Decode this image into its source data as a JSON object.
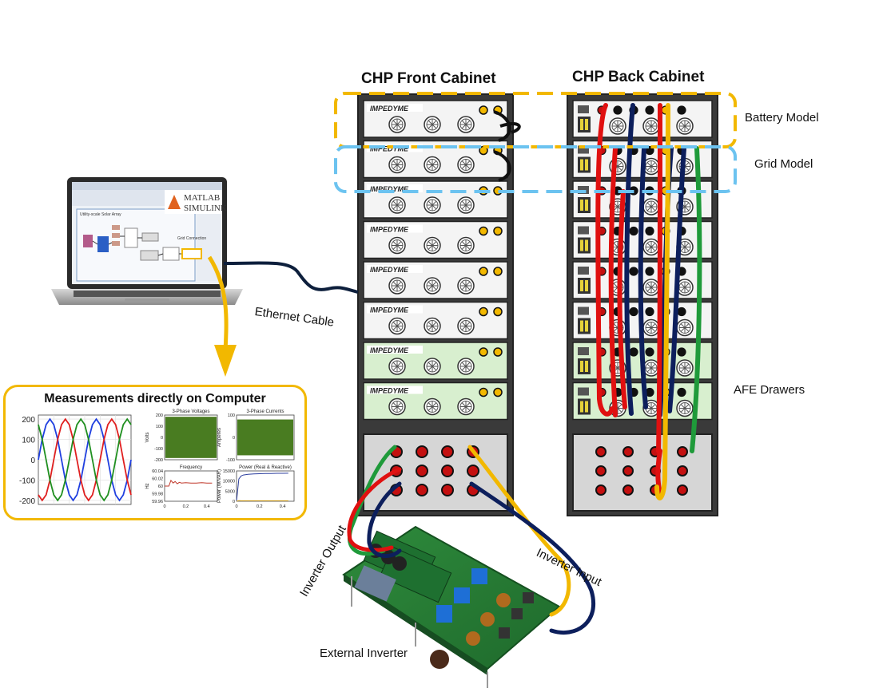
{
  "front_cabinet": {
    "title": "CHP Front Cabinet",
    "drawers": [
      {
        "brand": "IMPEDYME",
        "type": "white"
      },
      {
        "brand": "IMPEDYME",
        "type": "white"
      },
      {
        "brand": "IMPEDYME",
        "type": "white"
      },
      {
        "brand": "IMPEDYME",
        "type": "white"
      },
      {
        "brand": "IMPEDYME",
        "type": "white"
      },
      {
        "brand": "IMPEDYME",
        "type": "white"
      },
      {
        "brand": "IMPEDYME",
        "type": "green"
      },
      {
        "brand": "IMPEDYME",
        "type": "green"
      }
    ]
  },
  "back_cabinet": {
    "title": "CHP Back Cabinet",
    "drawer_count": 8
  },
  "labels": {
    "battery_model": "Battery Model",
    "grid_model": "Grid Model",
    "afe_drawers": "AFE Drawers",
    "ethernet_cable": "Ethernet Cable",
    "inverter_output": "Inverter Output",
    "inverter_input": "Inverter Input",
    "external_inverter": "External Inverter"
  },
  "laptop": {
    "logo_line1": "MATLAB",
    "logo_line2": "SIMULINK",
    "model_title": "Utility-scale Solar Array",
    "grid_connection": "Grid Connection"
  },
  "measurements": {
    "title": "Measurements directly on Computer",
    "colors": {
      "phase_a": "#1f3fe0",
      "phase_b": "#e01f1f",
      "phase_c": "#1f8f1f",
      "accent": "#f2b800"
    }
  },
  "chart_data": [
    {
      "type": "line",
      "title": "",
      "xlabel": "",
      "ylabel": "",
      "ylim": [
        -220,
        220
      ],
      "yticks": [
        "200",
        "100",
        "0",
        "-100",
        "-200"
      ],
      "x": [
        0,
        30,
        60,
        90,
        120,
        150,
        180,
        210,
        240,
        270,
        300,
        330,
        360,
        390,
        420,
        450,
        480,
        510,
        540,
        570,
        600,
        630,
        660,
        690,
        720
      ],
      "series": [
        {
          "color": "#1f3fe0",
          "values": [
            0,
            100,
            173,
            200,
            173,
            100,
            0,
            -100,
            -173,
            -200,
            -173,
            -100,
            0,
            100,
            173,
            200,
            173,
            100,
            0,
            -100,
            -173,
            -200,
            -173,
            -100,
            0
          ]
        },
        {
          "color": "#e01f1f",
          "values": [
            -173,
            -200,
            -173,
            -100,
            0,
            100,
            173,
            200,
            173,
            100,
            0,
            -100,
            -173,
            -200,
            -173,
            -100,
            0,
            100,
            173,
            200,
            173,
            100,
            0,
            -100,
            -173
          ]
        },
        {
          "color": "#1f8f1f",
          "values": [
            173,
            100,
            0,
            -100,
            -173,
            -200,
            -173,
            -100,
            0,
            100,
            173,
            200,
            173,
            100,
            0,
            -100,
            -173,
            -200,
            -173,
            -100,
            0,
            100,
            173,
            200,
            173
          ]
        }
      ]
    },
    {
      "type": "area",
      "title": "3-Phase Voltages",
      "xlabel": "",
      "ylabel": "Volts",
      "ylim": [
        -200,
        200
      ],
      "yticks": [
        "200",
        "100",
        "0",
        "-100",
        "-200"
      ]
    },
    {
      "type": "area",
      "title": "3-Phase Currents",
      "xlabel": "",
      "ylabel": "Amperes",
      "ylim": [
        -100,
        100
      ],
      "yticks": [
        "100",
        "0",
        "-100"
      ]
    },
    {
      "type": "line",
      "title": "Frequency",
      "xlabel": "",
      "ylabel": "Hz",
      "ylim": [
        59.96,
        60.04
      ],
      "yticks": [
        "60.04",
        "60.02",
        "60",
        "59.98",
        "59.96"
      ],
      "xticks": [
        "0",
        "0.2",
        "0.4"
      ],
      "x": [
        0,
        0.02,
        0.04,
        0.06,
        0.08,
        0.1,
        0.12,
        0.14,
        0.16,
        0.2,
        0.25,
        0.3,
        0.35,
        0.4,
        0.45
      ],
      "series": [
        {
          "color": "#c0392b",
          "values": [
            60.0,
            60.0,
            60.0,
            60.015,
            60.008,
            60.012,
            60.006,
            60.01,
            60.008,
            60.009,
            60.008,
            60.008,
            60.009,
            60.008,
            60.008
          ]
        }
      ]
    },
    {
      "type": "line",
      "title": "Power (Real & Reactive)",
      "xlabel": "",
      "ylabel": "Power (W/VAR)",
      "ylim": [
        0,
        15000
      ],
      "yticks": [
        "15000",
        "10000",
        "5000",
        "0"
      ],
      "xticks": [
        "0",
        "0.2",
        "0.4"
      ],
      "x": [
        0,
        0.02,
        0.04,
        0.06,
        0.1,
        0.15,
        0.2,
        0.25,
        0.3,
        0.35,
        0.4,
        0.45
      ],
      "series": [
        {
          "color": "#2c3e9e",
          "values": [
            0,
            11000,
            12500,
            13000,
            13300,
            13500,
            13600,
            13700,
            13750,
            13800,
            13800,
            13850
          ]
        },
        {
          "color": "#d4a017",
          "values": [
            0,
            300,
            250,
            250,
            250,
            250,
            250,
            250,
            250,
            250,
            250,
            250
          ]
        }
      ]
    }
  ]
}
